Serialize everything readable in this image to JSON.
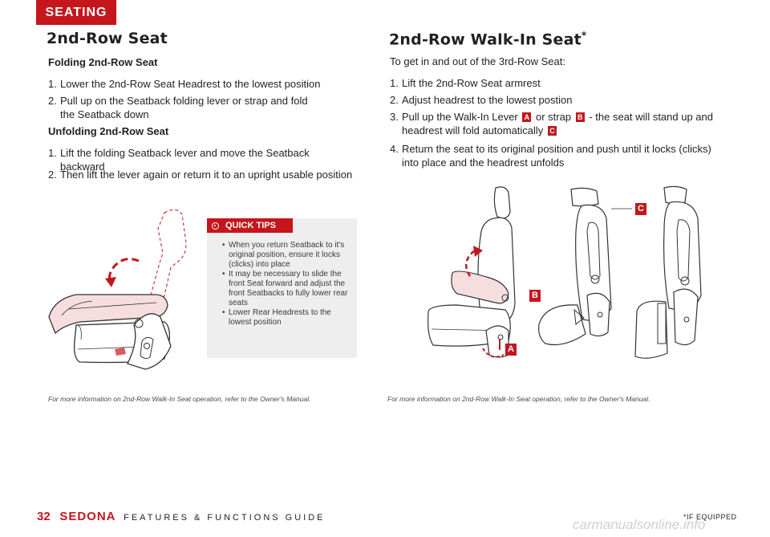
{
  "section_tab": "SEATING",
  "left": {
    "title": "2nd-Row Seat",
    "folding_title": "Folding 2nd-Row Seat",
    "folding_steps": [
      {
        "num": "1.",
        "text": "Lower the 2nd-Row Seat Headrest to the lowest position"
      },
      {
        "num": "2.",
        "text": "Pull up on the Seatback folding lever or strap and fold the Seatback down"
      }
    ],
    "unfolding_title": "Unfolding 2nd-Row Seat",
    "unfolding_steps": [
      {
        "num": "1.",
        "text": "Lift the folding Seatback lever and move the Seatback backward"
      },
      {
        "num": "2.",
        "text": "Then lift the lever again or return it to an upright usable position"
      }
    ],
    "quick_tips": {
      "label": "QUICK TIPS",
      "items": [
        "When you return Seatback to it's original position, ensure it locks (clicks) into place",
        "It may be necessary to slide the front Seat forward and adjust the front Seatbacks to fully lower rear seats",
        "Lower Rear Headrests to the lowest position"
      ]
    },
    "footnote": "For more information on 2nd-Row Walk-In Seat operation, refer to the Owner's Manual."
  },
  "right": {
    "title": "2nd-Row Walk-In Seat",
    "title_mark": "*",
    "intro": "To get in and out of the 3rd-Row Seat:",
    "steps": {
      "s1_num": "1.",
      "s1": "Lift the 2nd-Row Seat armrest",
      "s2_num": "2.",
      "s2": "Adjust headrest to the lowest postion",
      "s3_num": "3.",
      "s3_a": "Pull up the Walk-In Lever",
      "s3_b": "or strap",
      "s3_c": "- the seat will stand up and headrest will fold automatically",
      "s4_num": "4.",
      "s4": "Return the seat to its original position and push until it locks (clicks) into place and the headrest unfolds"
    },
    "labels": {
      "a": "A",
      "b": "B",
      "c": "C"
    },
    "footnote": "For more information on 2nd-Row Walk-In Seat operation, refer to the Owner's Manual."
  },
  "footer": {
    "page_number": "32",
    "brand": "SEDONA",
    "guide": "FEATURES & FUNCTIONS GUIDE",
    "if_equipped": "*IF EQUIPPED"
  },
  "watermark": "carmanualsonline.info",
  "colors": {
    "accent": "#c4161c",
    "tips_bg": "#eeeeee",
    "text": "#231f20"
  }
}
